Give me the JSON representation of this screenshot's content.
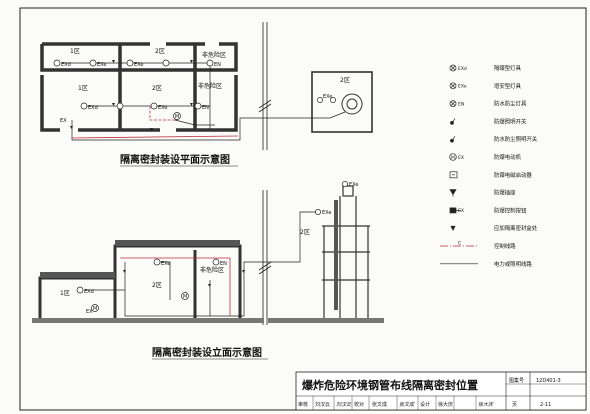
{
  "plan": {
    "caption": "隔离密封装设平面示意图",
    "zone1_top": "1区",
    "zone2_top": "2区",
    "nonhazard_top": "非危险区",
    "zone1_bottom": "1区",
    "zone2_bottom": "2区",
    "nonhazard_bottom": "非危险区",
    "side_zone2": "2区"
  },
  "elevation": {
    "caption": "隔离密封装设立面示意图",
    "zone1": "1区",
    "zone2": "2区",
    "nonhazard": "非危险区",
    "tower_zone": "2区"
  },
  "labels": {
    "exd": "EXd",
    "exe": "EXe",
    "en": "EN",
    "ex": "EX",
    "m": "M",
    "c": "C"
  },
  "legend": [
    {
      "code": "EXd",
      "text": "隔爆型灯具",
      "icon": "lamp-circle-icon"
    },
    {
      "code": "EXe",
      "text": "增安型灯具",
      "icon": "lamp-circle-icon"
    },
    {
      "code": "EN",
      "text": "防水防尘灯具",
      "icon": "lamp-circle-icon"
    },
    {
      "code": "",
      "text": "防爆照明开关",
      "icon": "switch-icon"
    },
    {
      "code": "",
      "text": "防水防尘照明开关",
      "icon": "switch-icon"
    },
    {
      "code": "EX",
      "text": "防爆电动机",
      "icon": "motor-icon"
    },
    {
      "code": "",
      "text": "防爆电磁启动器",
      "icon": "starter-icon"
    },
    {
      "code": "",
      "text": "防爆插座",
      "icon": "socket-icon"
    },
    {
      "code": "EX",
      "text": "防爆控制按钮",
      "icon": "button-box-icon"
    },
    {
      "code": "",
      "text": "应加隔离密封盒处",
      "icon": "triangle-seal-icon"
    },
    {
      "code": "C",
      "text": "控制线路",
      "icon": "dashed-line-icon"
    },
    {
      "code": "",
      "text": "电力或照明线路",
      "icon": "solid-line-icon"
    }
  ],
  "titleblock": {
    "main_title": "爆炸危险环境钢管布线隔离密封位置",
    "atlas_label": "图集号",
    "atlas_no": "12D401-3",
    "page_label": "页",
    "page_no": "2-11",
    "review_label": "审核",
    "review_name": "刘汉云",
    "check_label": "校对",
    "check_name": "张文成",
    "design_label": "设计",
    "design_name": "徐大庆",
    "sig1": "刘汉云",
    "sig2": "张文成",
    "sig3": "徐大庆"
  }
}
